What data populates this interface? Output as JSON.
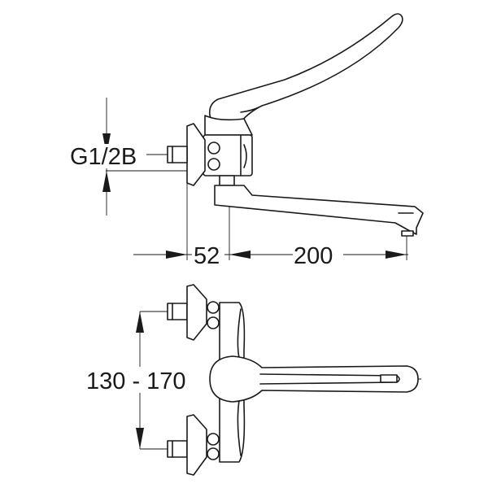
{
  "dimensions": {
    "thread": "G1/2B",
    "wall_offset": "52",
    "spout_reach": "200",
    "center_distance": "130 - 170"
  },
  "colors": {
    "line": "#1a1a1a",
    "background": "#ffffff"
  }
}
